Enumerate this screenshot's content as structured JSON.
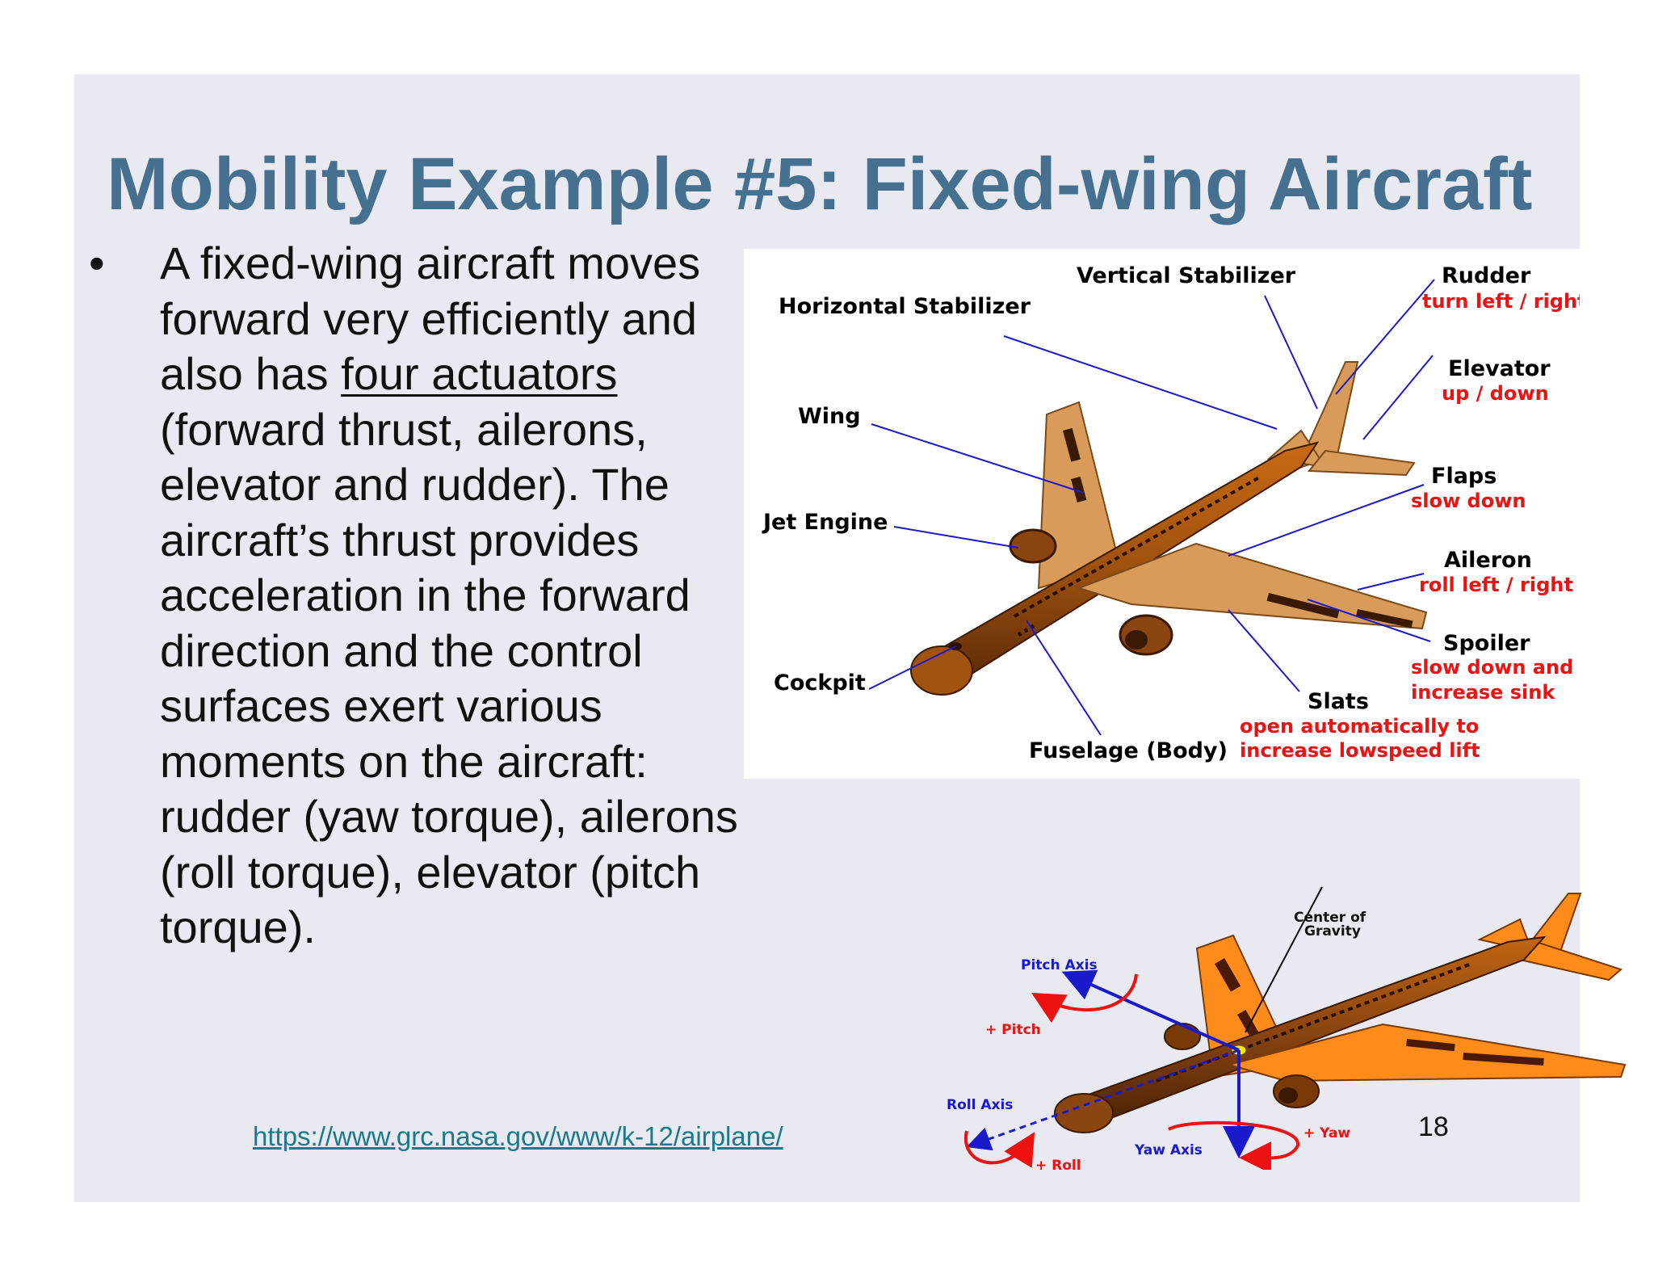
{
  "slide": {
    "title": "Mobility Example #5: Fixed-wing Aircraft",
    "bullet_marker": "•",
    "bullet_part1": "A fixed-wing aircraft moves forward very efficiently and also has ",
    "bullet_underlined": "four actuators",
    "bullet_part2": " (forward thrust, ailerons, elevator and rudder). The aircraft’s thrust provides acceleration in the forward direction and the control surfaces exert various moments on the aircraft: rudder (yaw torque), ailerons (roll torque), elevator (pitch torque).",
    "url": "https://www.grc.nasa.gov/www/k-12/airplane/",
    "page_number": "18"
  },
  "aircraft_parts": {
    "vertical_stabilizer": "Vertical  Stabilizer",
    "horizontal_stabilizer": "Horizontal  Stabilizer",
    "rudder": "Rudder",
    "rudder_desc": "turn left / right",
    "elevator": "Elevator",
    "elevator_desc": "up / down",
    "wing": "Wing",
    "flaps": "Flaps",
    "flaps_desc": "slow down",
    "jet_engine": "Jet  Engine",
    "aileron": "Aileron",
    "aileron_desc": "roll left / right",
    "spoiler": "Spoiler",
    "spoiler_desc_1": "slow down and",
    "spoiler_desc_2": "increase sink",
    "cockpit": "Cockpit",
    "slats": "Slats",
    "slats_desc_1": "open automatically to",
    "slats_desc_2": "increase lowspeed lift",
    "fuselage": "Fuselage  (Body)"
  },
  "axes": {
    "center_of_gravity_1": "Center of",
    "center_of_gravity_2": "Gravity",
    "pitch_axis": "Pitch  Axis",
    "plus_pitch": "+ Pitch",
    "roll_axis": "Roll  Axis",
    "plus_roll": "+ Roll",
    "yaw_axis": "Yaw  Axis",
    "plus_yaw": "+ Yaw"
  },
  "colors": {
    "title": "#45708f",
    "slide_bg": "#e9e9f2",
    "leader_line": "#1a1acc",
    "annotation_red": "#ee1111",
    "fuselage_brown": "#a0520f",
    "wing_tan": "#d99b5a",
    "wing_orange": "#ff8c1a"
  }
}
